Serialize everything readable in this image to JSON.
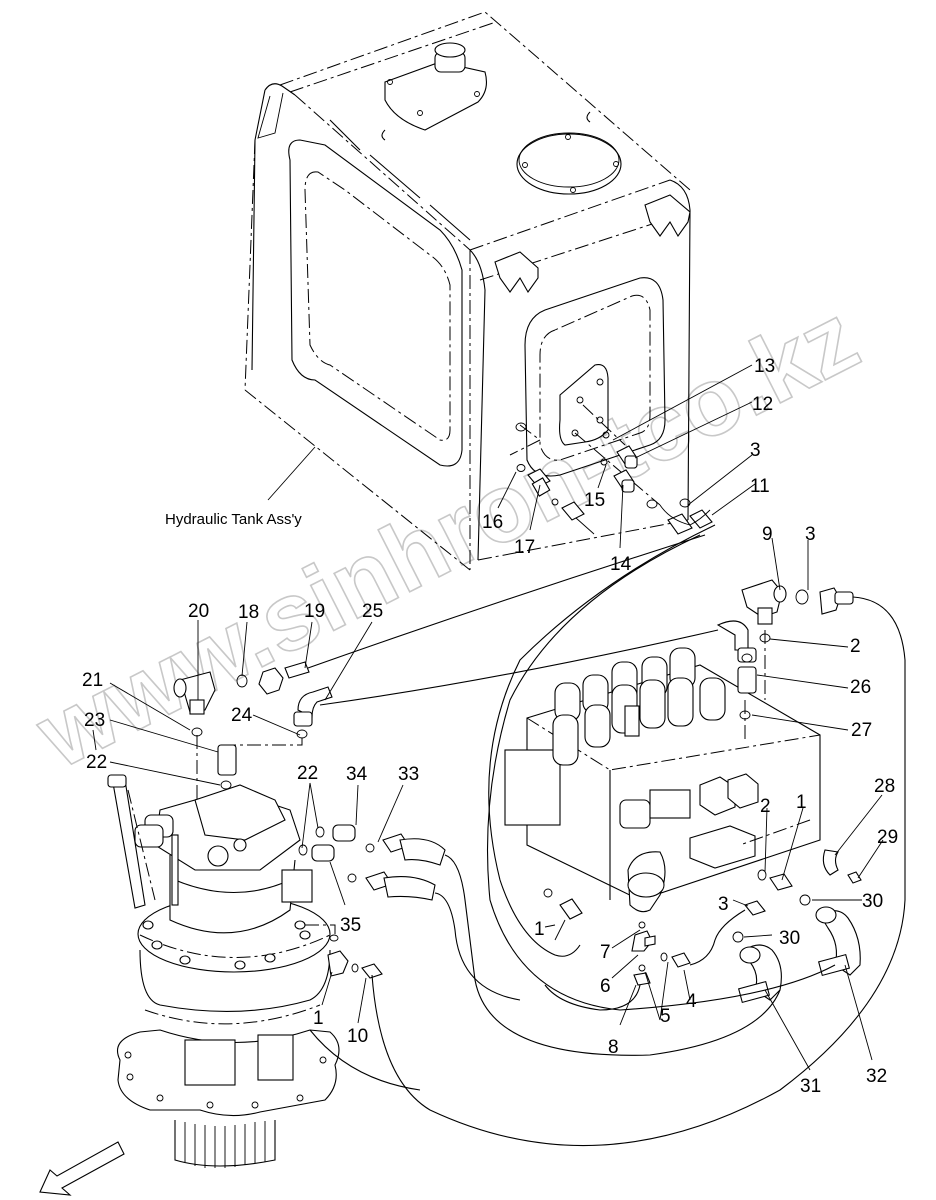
{
  "diagram": {
    "type": "exploded-parts-diagram",
    "subject": "Hydraulic tank, swing motor and control valve piping",
    "assembly_label": "Hydraulic Tank Ass'y",
    "watermark": "www.sinhron-tco.kz",
    "direction_arrow": "front-direction-arrow",
    "callouts": [
      {
        "id": "c13",
        "label": "13"
      },
      {
        "id": "c12",
        "label": "12"
      },
      {
        "id": "c3a",
        "label": "3"
      },
      {
        "id": "c11",
        "label": "11"
      },
      {
        "id": "c16",
        "label": "16"
      },
      {
        "id": "c17",
        "label": "17"
      },
      {
        "id": "c15",
        "label": "15"
      },
      {
        "id": "c14",
        "label": "14"
      },
      {
        "id": "c9",
        "label": "9"
      },
      {
        "id": "c3b",
        "label": "3"
      },
      {
        "id": "c2a",
        "label": "2"
      },
      {
        "id": "c26",
        "label": "26"
      },
      {
        "id": "c27",
        "label": "27"
      },
      {
        "id": "c20",
        "label": "20"
      },
      {
        "id": "c18",
        "label": "18"
      },
      {
        "id": "c19",
        "label": "19"
      },
      {
        "id": "c25",
        "label": "25"
      },
      {
        "id": "c21",
        "label": "21"
      },
      {
        "id": "c24",
        "label": "24"
      },
      {
        "id": "c23",
        "label": "23"
      },
      {
        "id": "c22a",
        "label": "22"
      },
      {
        "id": "c22b",
        "label": "22"
      },
      {
        "id": "c34",
        "label": "34"
      },
      {
        "id": "c33",
        "label": "33"
      },
      {
        "id": "c35",
        "label": "35"
      },
      {
        "id": "c1a",
        "label": "1"
      },
      {
        "id": "c10",
        "label": "10"
      },
      {
        "id": "c28",
        "label": "28"
      },
      {
        "id": "c29",
        "label": "29"
      },
      {
        "id": "c2b",
        "label": "2"
      },
      {
        "id": "c1b",
        "label": "1"
      },
      {
        "id": "c30a",
        "label": "30"
      },
      {
        "id": "c3c",
        "label": "3"
      },
      {
        "id": "c30b",
        "label": "30"
      },
      {
        "id": "c1c",
        "label": "1"
      },
      {
        "id": "c7",
        "label": "7"
      },
      {
        "id": "c6",
        "label": "6"
      },
      {
        "id": "c5",
        "label": "5"
      },
      {
        "id": "c4",
        "label": "4"
      },
      {
        "id": "c8",
        "label": "8"
      },
      {
        "id": "c31",
        "label": "31"
      },
      {
        "id": "c32",
        "label": "32"
      }
    ]
  }
}
